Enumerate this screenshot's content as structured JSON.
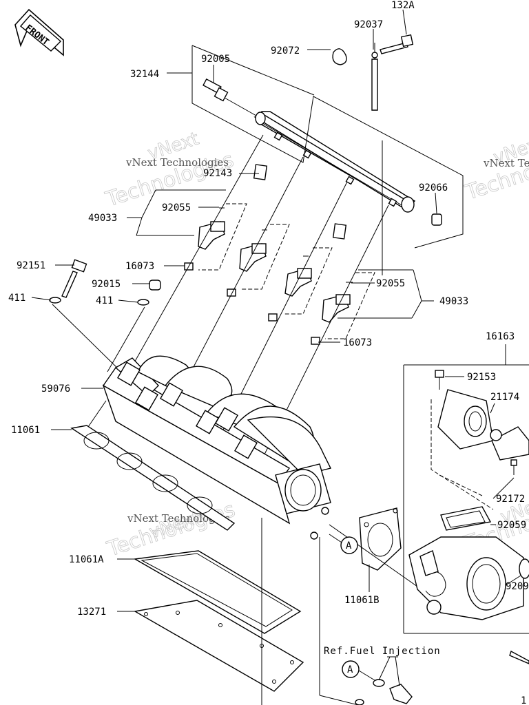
{
  "front_badge": "FRONT",
  "reference_note": "Ref.Fuel Injection",
  "circle_marker": "A",
  "watermark": {
    "top_line": "vNext",
    "bottom_line": "Technologies",
    "caption": "vNext Technologies"
  },
  "part_labels": {
    "p132A": "132A",
    "p92037": "92037",
    "p92072": "92072",
    "p92005": "92005",
    "p32144": "32144",
    "p92143": "92143",
    "p92066": "92066",
    "p92055_a": "92055",
    "p49033_a": "49033",
    "p92151": "92151",
    "p16073_a": "16073",
    "p92015": "92015",
    "p411_a": "411",
    "p411_b": "411",
    "p92055_b": "92055",
    "p49033_b": "49033",
    "p16073_b": "16073",
    "p16163": "16163",
    "p92153": "92153",
    "p21174": "21174",
    "p59076": "59076",
    "p11061": "11061",
    "p92172": "92172",
    "p92059": "92059",
    "p92200": "9209",
    "p11061A": "11061A",
    "p11061B": "11061B",
    "p13271": "13271",
    "p1": "1"
  }
}
